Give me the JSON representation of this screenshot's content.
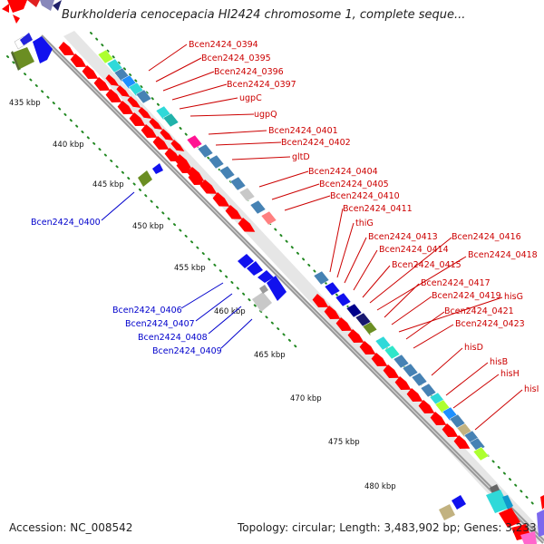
{
  "title": "Burkholderia cenocepacia HI2424 chromosome 1, complete seque...",
  "footer": {
    "accession": "Accession: NC_008542",
    "summary": "Topology: circular; Length: 3,483,902 bp; Genes: 3,233"
  },
  "colors": {
    "forward_gene": "#ff0000",
    "reverse_gene": "#0000ee",
    "backbone": "#999999",
    "tick_dots": "#228822",
    "forward_label": "#cc0000",
    "reverse_label": "#0000cc"
  },
  "kbp_labels": [
    "435 kbp",
    "440 kbp",
    "445 kbp",
    "450 kbp",
    "455 kbp",
    "460 kbp",
    "465 kbp",
    "470 kbp",
    "475 kbp",
    "480 kbp"
  ],
  "forward_labels": [
    "Bcen2424_0394",
    "Bcen2424_0395",
    "Bcen2424_0396",
    "Bcen2424_0397",
    "ugpC",
    "ugpQ",
    "Bcen2424_0401",
    "Bcen2424_0402",
    "gltD",
    "Bcen2424_0404",
    "Bcen2424_0405",
    "Bcen2424_0410",
    "Bcen2424_0411",
    "thiG",
    "Bcen2424_0413",
    "Bcen2424_0416",
    "Bcen2424_0414",
    "Bcen2424_0418",
    "Bcen2424_0415",
    "Bcen2424_0417",
    "Bcen2424_0419",
    "hisG",
    "Bcen2424_0421",
    "Bcen2424_0423",
    "hisD",
    "hisB",
    "hisH",
    "hisI"
  ],
  "reverse_labels": [
    "Bcen2424_0400",
    "Bcen2424_0406",
    "Bcen2424_0407",
    "Bcen2424_0408",
    "Bcen2424_0409"
  ]
}
